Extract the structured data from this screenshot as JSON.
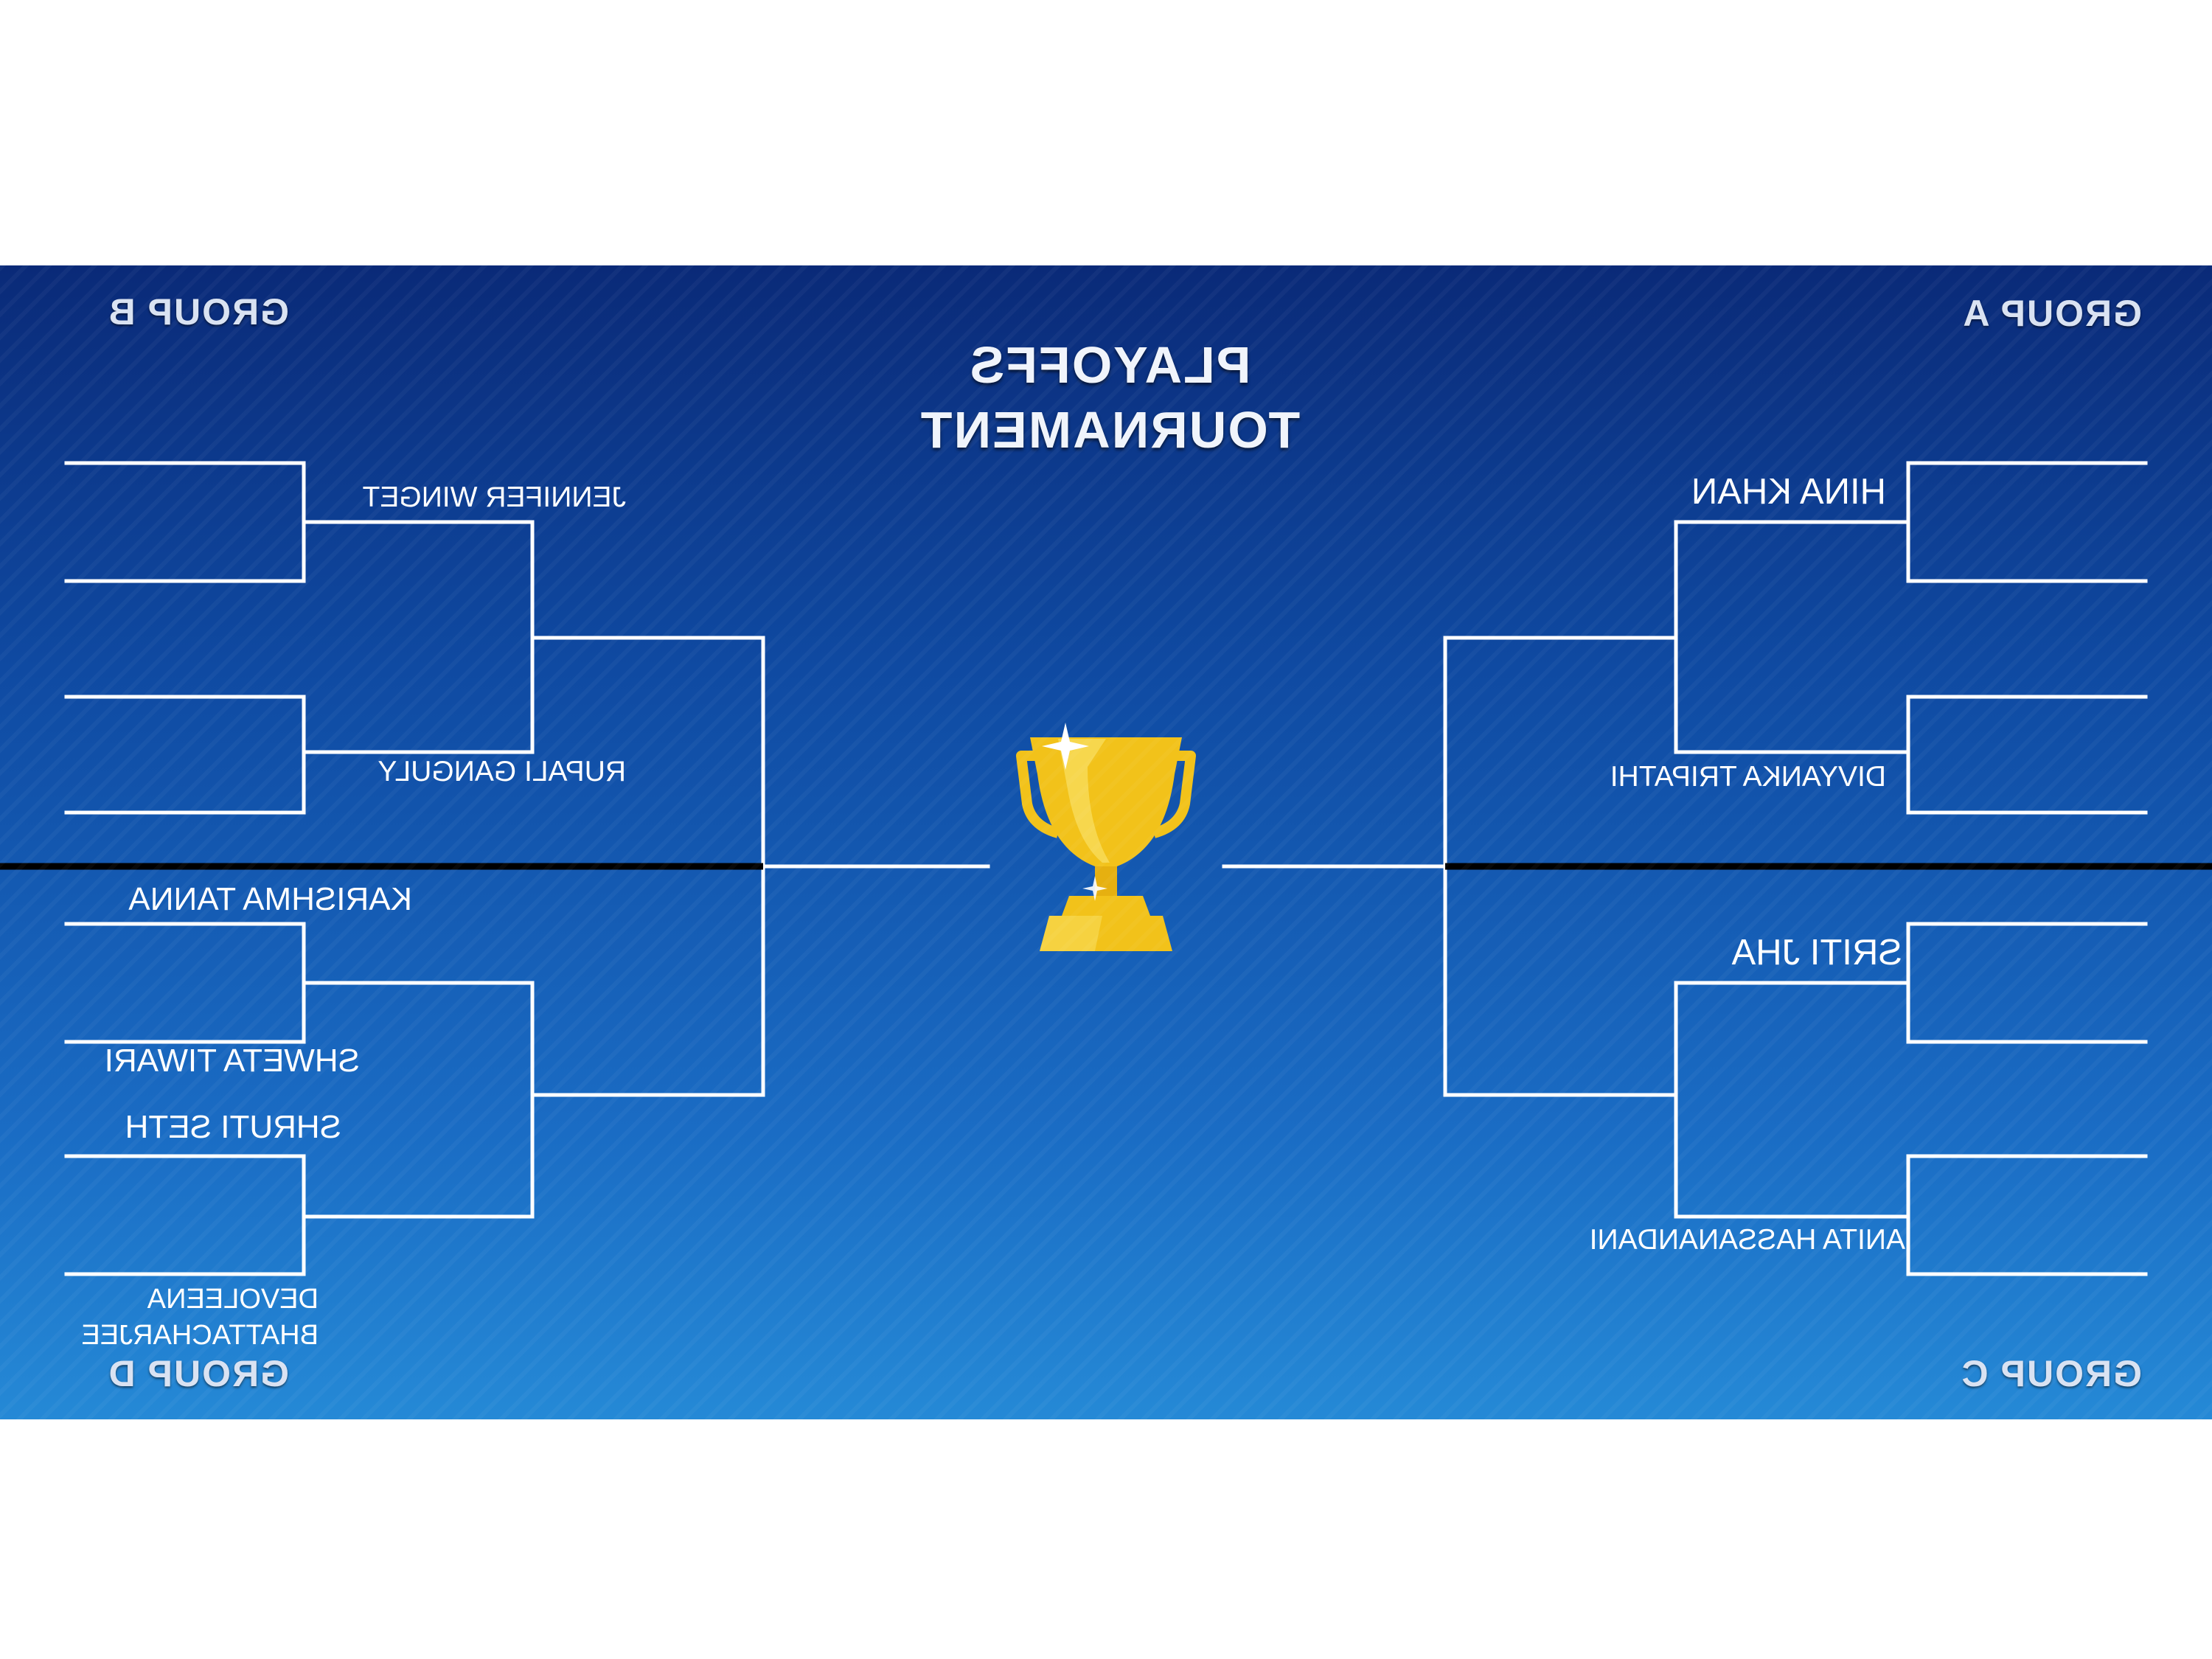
{
  "title": {
    "line1": "PLAYOFFS",
    "line2": "TOURNAMENT"
  },
  "groups": {
    "a": "GROUP A",
    "b": "GROUP B",
    "c": "GROUP C",
    "d": "GROUP D"
  },
  "players": {
    "hina": "HINA KHAN",
    "divyanka": "DIVYANKA TRIPATHI",
    "sriti": "SRITI JHA",
    "anita": "ANITA HASSANANDANI",
    "jennifer": "JENNIFER WINGET",
    "rupali": "RUPALI GANGULY",
    "karishma": "KARISHMA TANNA",
    "shweta": "SHWETA TIWARI",
    "shruti": "SHRUTI SETH",
    "devoleena_first": "DEVOLEENA",
    "devoleena_last": "BHATTACHARJEE"
  },
  "icons": {
    "trophy": "trophy-icon"
  },
  "colors": {
    "background_top": "#0a2a78",
    "background_bottom": "#2589d6",
    "bracket_lines": "#ffffff",
    "divider": "#000000",
    "trophy_gold": "#f2c21a"
  }
}
